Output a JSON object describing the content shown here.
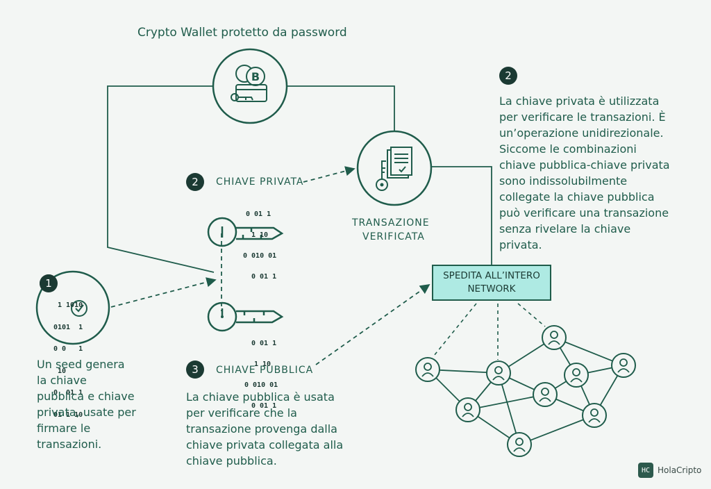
{
  "wallet": {
    "title": "Crypto Wallet protetto da password"
  },
  "private_key": {
    "badge": "2",
    "label": "CHIAVE PRIVATA"
  },
  "public_key": {
    "badge": "3",
    "label": "CHIAVE PUBBLICA",
    "description_lines": [
      "La chiave pubblica è usata",
      "per verificare che la",
      "transazione provenga dalla",
      "chiave privata collegata alla",
      "chiave pubblica."
    ]
  },
  "seed": {
    "badge": "1",
    "description_lines": [
      "Un seed genera",
      "la chiave",
      "pubblica e chiave",
      "privata, usate per",
      "firmare le",
      "transazioni."
    ]
  },
  "transaction": {
    "label_lines": [
      "TRANSAZIONE",
      "VERIFICATA"
    ]
  },
  "explanation": {
    "badge": "2",
    "lines": [
      "La chiave privata è utilizzata",
      "per verificare le transazioni. È",
      "un’operazione unidirezionale.",
      "Siccome le combinazioni",
      "chiave pubblica-chiave privata",
      "sono indissolubilmente",
      "collegate la chiave pubblica",
      "può verificare una transazione",
      "senza rivelare la chiave",
      "privata."
    ]
  },
  "network": {
    "lines": [
      "SPEDITA ALL’INTERO",
      "NETWORK"
    ]
  },
  "binary": {
    "private_key_rows": [
      "0 01 1",
      "1 10",
      "0 010 01",
      "0 01 1"
    ],
    "public_key_rows": [
      "0 01 1",
      "1 10",
      "0 010 01",
      "0 01 1"
    ],
    "seed_rows": [
      "1 1010",
      "0101  1",
      "0 0   1",
      "10     ",
      "0  01 1",
      "01 1 10"
    ]
  },
  "brand": {
    "mark": "HC",
    "name": "HolaCripto"
  },
  "colors": {
    "primary": "#1f5c4b",
    "dark": "#1b3a33",
    "accent": "#aeeae3",
    "background": "#f3f6f4"
  }
}
